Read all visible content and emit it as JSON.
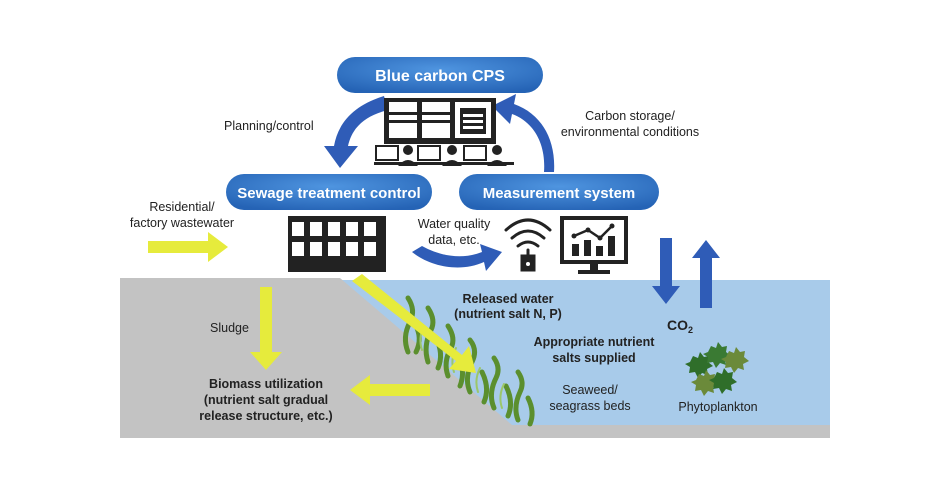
{
  "nodes": {
    "cps": "Blue carbon CPS",
    "sewage": "Sewage treatment control",
    "measurement": "Measurement system"
  },
  "labels": {
    "planning": "Planning/control",
    "carbon_1": "Carbon storage/",
    "carbon_2": "environmental conditions",
    "residential_1": "Residential/",
    "residential_2": "factory wastewater",
    "water_quality_1": "Water quality",
    "water_quality_2": "data, etc.",
    "released_1": "Released water",
    "released_2": "(nutrient salt N, P)",
    "appropriate_1": "Appropriate nutrient",
    "appropriate_2": "salts supplied",
    "co2_main": "CO",
    "co2_sub": "2",
    "sludge": "Sludge",
    "biomass_1": "Biomass utilization",
    "biomass_2": "(nutrient salt gradual",
    "biomass_3": "release structure, etc.)",
    "seaweed_1": "Seaweed/",
    "seaweed_2": "seagrass beds",
    "phytoplankton": "Phytoplankton"
  },
  "icons": {
    "control_room": "control-room-icon",
    "factory": "factory-building-icon",
    "wireless": "wireless-sensor-icon",
    "monitor": "chart-monitor-icon",
    "seaweed": "seaweed-icon",
    "plankton": "phytoplankton-icon"
  },
  "colors": {
    "pill_blue": "#2e75c9",
    "arrow_blue": "#2f5cb7",
    "yellow": "#e6eb3c",
    "water": "#a8cbea",
    "ground": "#c3c3c3",
    "seaweed": "#5b8f2e",
    "plankton": "#2f6e2a"
  }
}
